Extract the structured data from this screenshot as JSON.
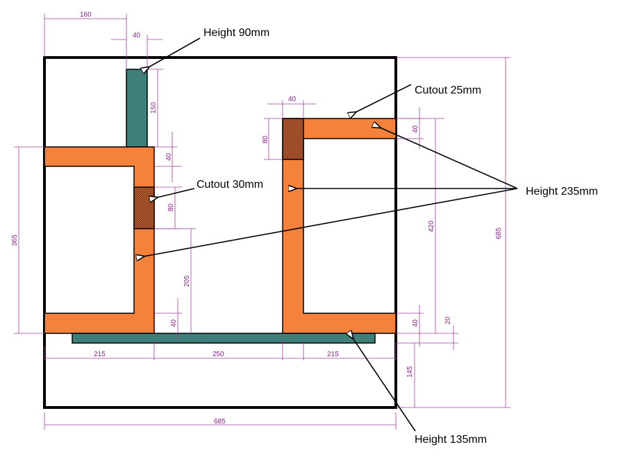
{
  "callouts": {
    "height_90": "Height 90mm",
    "cutout_25": "Cutout 25mm",
    "cutout_30": "Cutout 30mm",
    "height_235": "Height 235mm",
    "height_135": "Height 135mm"
  },
  "dimensions": {
    "top_160": "160",
    "top_post_40": "40",
    "post_150": "150",
    "left_top_40": "40",
    "left_cutout_80": "80",
    "left_365": "365",
    "mid_205": "205",
    "left_bottom_40": "40",
    "bottom_215_left": "215",
    "bottom_250": "250",
    "bottom_215_right": "215",
    "overall_width_685": "685",
    "right_post_40": "40",
    "right_cutout_80": "80",
    "right_top_40": "40",
    "right_420": "420",
    "overall_height_685": "685",
    "right_bottom_40": "40",
    "right_20": "20",
    "right_145": "145"
  },
  "colors": {
    "panel": "#f5823c",
    "strip": "#3f7f7a",
    "cutout": "#a0522d",
    "dimension": "#a03ca0"
  }
}
